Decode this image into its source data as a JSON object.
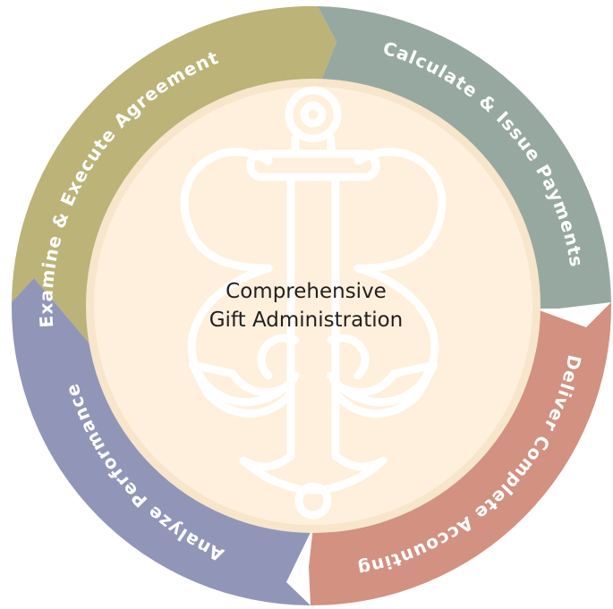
{
  "center": {
    "line1": "Comprehensive",
    "line2": "Gift Administration"
  },
  "segments": [
    {
      "id": "examine",
      "label": "Examine & Execute Agreement",
      "color": "#bbb378"
    },
    {
      "id": "calculate",
      "label": "Calculate & Issue Payments",
      "color": "#97a8a0"
    },
    {
      "id": "deliver",
      "label": "Deliver Complete Accounting",
      "color": "#d29181"
    },
    {
      "id": "analyze",
      "label": "Analyze Performance",
      "color": "#9196b8"
    }
  ],
  "colors": {
    "inner_circle_fill": "#fef0dc",
    "inner_circle_border": "#f7e6cc",
    "anchor_icon": "#ffffff"
  },
  "icons": [
    "anchor-icon"
  ]
}
